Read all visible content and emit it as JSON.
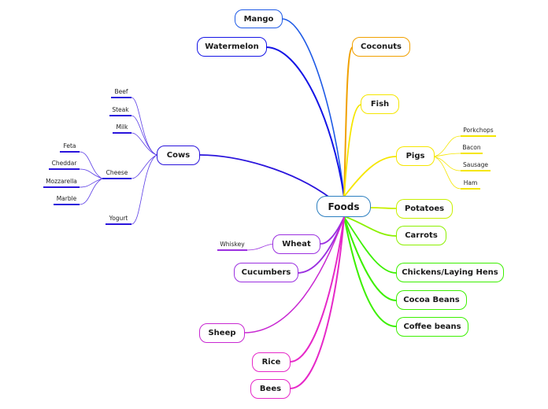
{
  "root": {
    "label": "Foods"
  },
  "colors": {
    "dark_blue": "#1414e6",
    "blue": "#1e5ae6",
    "purple_blue": "#5a3ce6",
    "orange": "#f0a000",
    "yellow": "#f5e600",
    "yellow_green": "#c8f000",
    "green": "#3cf000",
    "violet": "#9b30e0",
    "magenta": "#e628c8",
    "root_border": "#2c7fc0"
  },
  "branches": {
    "mango": "Mango",
    "watermelon": "Watermelon",
    "coconuts": "Coconuts",
    "fish": "Fish",
    "pigs": "Pigs",
    "cows": "Cows",
    "potatoes": "Potatoes",
    "carrots": "Carrots",
    "chickens": "Chickens/Laying Hens",
    "cocoa": "Cocoa Beans",
    "coffee": "Coffee beans",
    "wheat": "Wheat",
    "cucumbers": "Cucumbers",
    "sheep": "Sheep",
    "rice": "Rice",
    "bees": "Bees"
  },
  "leaves": {
    "beef": "Beef",
    "steak": "Steak",
    "milk": "Milk",
    "cheese": "Cheese",
    "feta": "Feta",
    "cheddar": "Cheddar",
    "mozzarella": "Mozzarella",
    "marble": "Marble",
    "yogurt": "Yogurt",
    "porkchops": "Porkchops",
    "bacon": "Bacon",
    "sausage": "Sausage",
    "ham": "Ham",
    "whiskey": "Whiskey"
  }
}
